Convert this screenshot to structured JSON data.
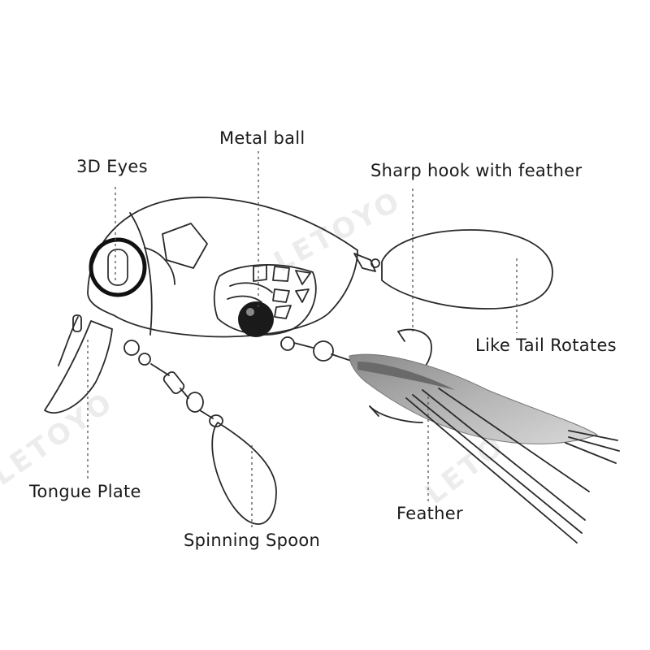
{
  "labels": {
    "metal_ball": "Metal ball",
    "eyes": "3D Eyes",
    "hook": "Sharp hook with feather",
    "tail": "Like Tail Rotates",
    "tongue": "Tongue Plate",
    "feather": "Feather",
    "spoon": "Spinning Spoon"
  },
  "watermark": "LETOYO",
  "colors": {
    "ink": "#2a2a2a",
    "feather_fill": "#9a9a9a",
    "watermark": "#ececec"
  }
}
